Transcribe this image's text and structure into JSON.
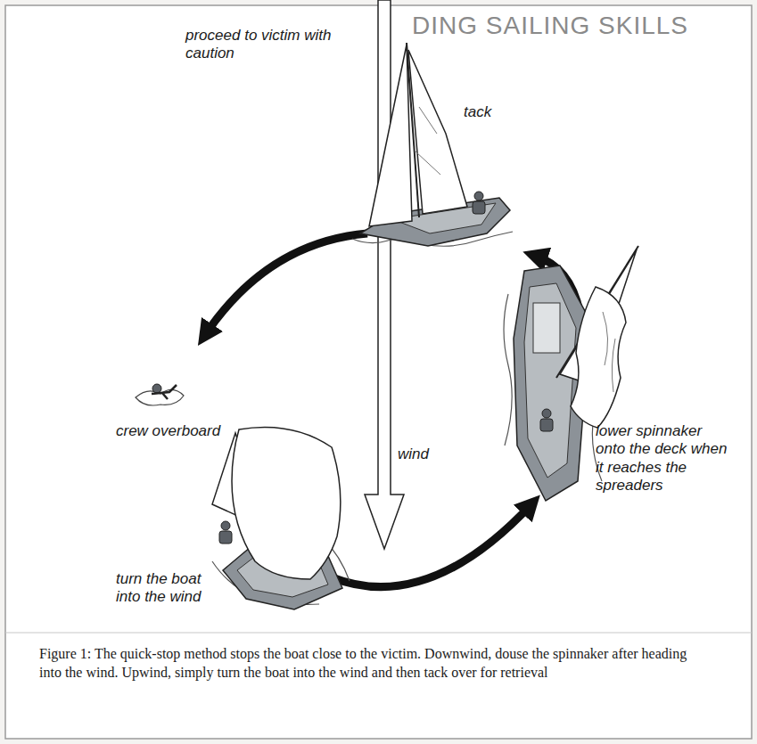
{
  "diagram": {
    "caption": "Figure 1: The quick-stop method stops the boat close to the victim. Downwind, douse the spinnaker after heading into the wind. Upwind, simply turn the boat into the wind and then tack over for retrieval",
    "labels": [
      "DING SAILING SKILLS",
      "proceed to victim with caution",
      "tack",
      "crew overboard",
      "wind",
      "lower spinnaker onto the deck when it reaches the spreaders",
      "turn the boat into the wind"
    ]
  }
}
